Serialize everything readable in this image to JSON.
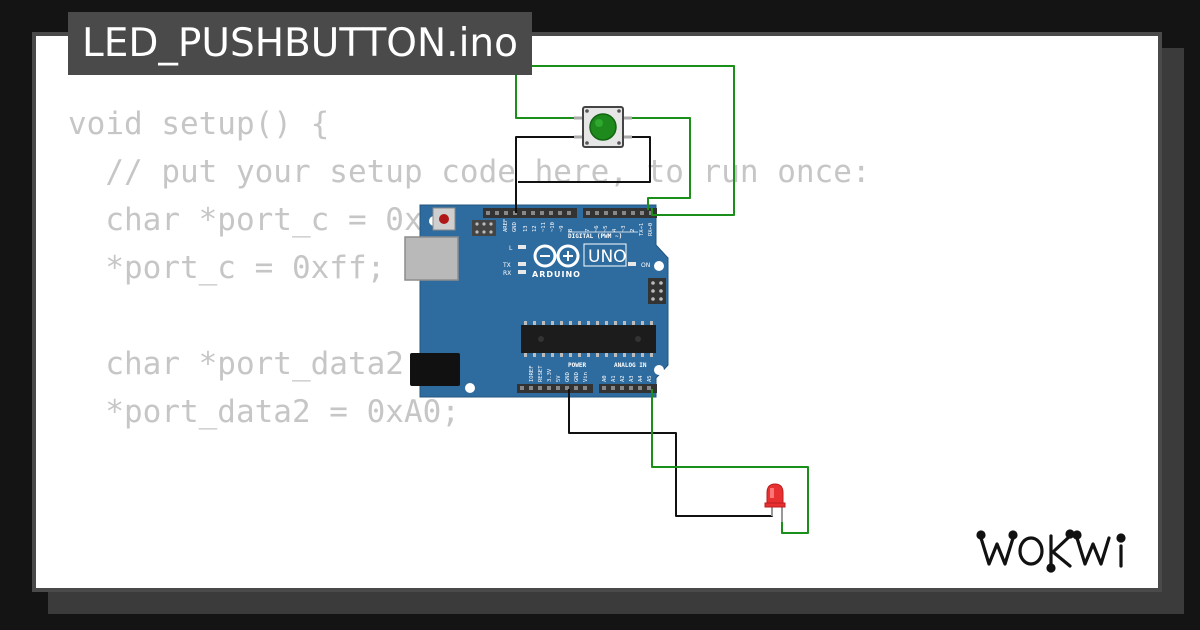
{
  "project": {
    "filename": "LED_PUSHBUTTON.ino"
  },
  "code": {
    "lines": [
      "void setup() {",
      "  // put your setup code here, to run once:",
      "  char *port_c = 0x",
      "  *port_c = 0xff;",
      "",
      "  char *port_data2",
      "  *port_data2 = 0xA0;"
    ]
  },
  "board": {
    "brand": "ARDUINO",
    "model": "UNO",
    "header_digital": "DIGITAL (PWM ~)",
    "header_power": "POWER",
    "header_analog": "ANALOG IN",
    "led_labels": [
      "L",
      "TX",
      "RX"
    ],
    "on_label": "ON",
    "top_pins": [
      "AREF",
      "GND",
      "13",
      "12",
      "~11",
      "~10",
      "~9",
      "8",
      "7",
      "~6",
      "~5",
      "4",
      "~3",
      "2",
      "TX→1",
      "RX←0"
    ],
    "power_pins": [
      "IOREF",
      "RESET",
      "3.3V",
      "5V",
      "GND",
      "GND",
      "Vin"
    ],
    "analog_pins": [
      "A0",
      "A1",
      "A2",
      "A3",
      "A4",
      "A5"
    ]
  },
  "brand": {
    "logo_icon": "wokwi-logo-icon",
    "logo_text": "WOKWI"
  },
  "colors": {
    "background": "#141414",
    "card": "#ffffff",
    "badge": "#4a4a4a",
    "code_text": "#c6c6c6",
    "board": "#2e6b9f",
    "wire_green": "#1a8f1a",
    "wire_black": "#111111",
    "button_cap": "#1e8a1e",
    "led": "#e83030"
  }
}
